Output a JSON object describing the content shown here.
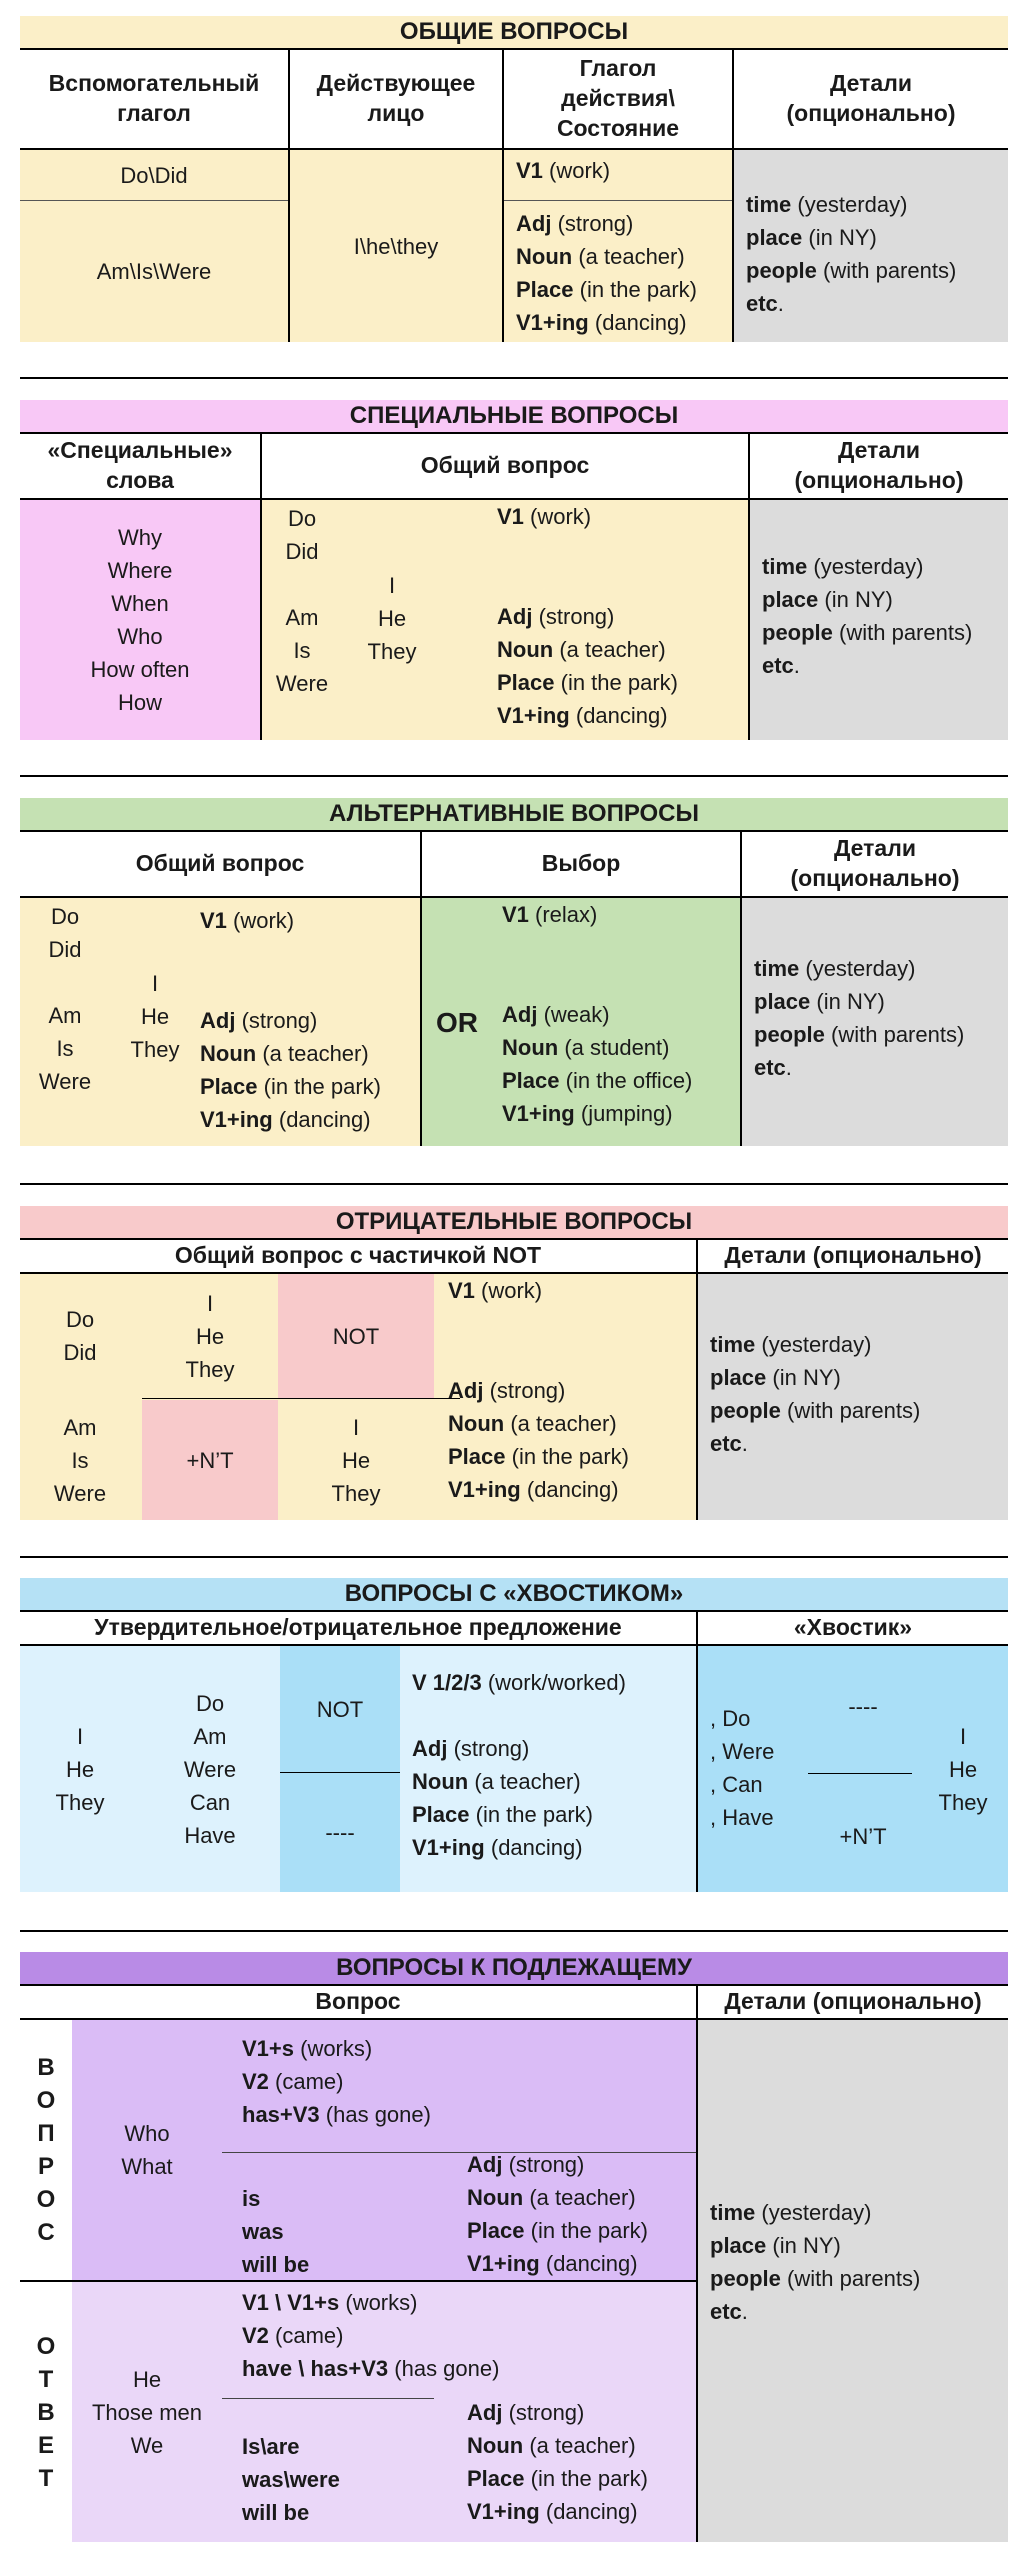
{
  "general": {
    "title": "ОБЩИЕ ВОПРОСЫ",
    "headers": [
      "Вспомогательный глагол",
      "Действующее лицо",
      "Глагол действия\\ Состояние",
      "Детали (опционально)"
    ],
    "aux_do": "Do\\Did",
    "aux_be": "Am\\Is\\Were",
    "subject": "I\\he\\they",
    "verb_action": [
      {
        "b": "V1",
        "t": " (work)"
      }
    ],
    "verb_state": [
      {
        "b": "Adj",
        "t": " (strong)"
      },
      {
        "b": "Noun",
        "t": " (a teacher)"
      },
      {
        "b": "Place",
        "t": " (in the park)"
      },
      {
        "b": "V1+ing",
        "t": " (dancing)"
      }
    ],
    "details": [
      {
        "b": "time",
        "t": " (yesterday)"
      },
      {
        "b": "place",
        "t": " (in NY)"
      },
      {
        "b": "people",
        "t": " (with parents)"
      },
      {
        "b": "etc",
        "t": "."
      }
    ]
  },
  "special": {
    "title": "СПЕЦИАЛЬНЫЕ ВОПРОСЫ",
    "headers": [
      "«Специальные» слова",
      "Общий вопрос",
      "Детали (опционально)"
    ],
    "words": [
      "Why",
      "Where",
      "When",
      "Who",
      "How often",
      "How"
    ],
    "aux_do": [
      "Do",
      "Did"
    ],
    "aux_be": [
      "Am",
      "Is",
      "Were"
    ],
    "subject": [
      "I",
      "He",
      "They"
    ],
    "verb_action": [
      {
        "b": "V1",
        "t": " (work)"
      }
    ],
    "verb_state": [
      {
        "b": "Adj",
        "t": " (strong)"
      },
      {
        "b": "Noun",
        "t": " (a teacher)"
      },
      {
        "b": "Place",
        "t": " (in the park)"
      },
      {
        "b": "V1+ing",
        "t": " (dancing)"
      }
    ],
    "details": [
      {
        "b": "time",
        "t": " (yesterday)"
      },
      {
        "b": "place",
        "t": " (in NY)"
      },
      {
        "b": "people",
        "t": " (with parents)"
      },
      {
        "b": "etc",
        "t": "."
      }
    ]
  },
  "alternative": {
    "title": "АЛЬТЕРНАТИВНЫЕ ВОПРОСЫ",
    "headers": [
      "Общий вопрос",
      "Выбор",
      "Детали (опционально)"
    ],
    "aux_do": [
      "Do",
      "Did"
    ],
    "aux_be": [
      "Am",
      "Is",
      "Were"
    ],
    "subject": [
      "I",
      "He",
      "They"
    ],
    "verb_action": [
      {
        "b": "V1",
        "t": " (work)"
      }
    ],
    "verb_state": [
      {
        "b": "Adj",
        "t": " (strong)"
      },
      {
        "b": "Noun",
        "t": " (a teacher)"
      },
      {
        "b": "Place",
        "t": " (in the park)"
      },
      {
        "b": "V1+ing",
        "t": " (dancing)"
      }
    ],
    "or": "OR",
    "choice_action": [
      {
        "b": "V1",
        "t": " (relax)"
      }
    ],
    "choice_state": [
      {
        "b": "Adj",
        "t": " (weak)"
      },
      {
        "b": "Noun",
        "t": " (a student)"
      },
      {
        "b": "Place",
        "t": " (in the office)"
      },
      {
        "b": "V1+ing",
        "t": " (jumping)"
      }
    ],
    "details": [
      {
        "b": "time",
        "t": " (yesterday)"
      },
      {
        "b": "place",
        "t": " (in NY)"
      },
      {
        "b": "people",
        "t": " (with parents)"
      },
      {
        "b": "etc",
        "t": "."
      }
    ]
  },
  "negative": {
    "title": "ОТРИЦАТЕЛЬНЫЕ ВОПРОСЫ",
    "headers": [
      "Общий вопрос с частичкой NOT",
      "Детали (опционально)"
    ],
    "aux_do": [
      "Do",
      "Did"
    ],
    "aux_be": [
      "Am",
      "Is",
      "Were"
    ],
    "subject_top": [
      "I",
      "He",
      "They"
    ],
    "not": "NOT",
    "nt": "+N’T",
    "subject_bottom": [
      "I",
      "He",
      "They"
    ],
    "verb_action": [
      {
        "b": "V1",
        "t": " (work)"
      }
    ],
    "verb_state": [
      {
        "b": "Adj",
        "t": " (strong)"
      },
      {
        "b": "Noun",
        "t": " (a teacher)"
      },
      {
        "b": "Place",
        "t": " (in the park)"
      },
      {
        "b": "V1+ing",
        "t": " (dancing)"
      }
    ],
    "details": [
      {
        "b": "time",
        "t": " (yesterday)"
      },
      {
        "b": "place",
        "t": " (in NY)"
      },
      {
        "b": "people",
        "t": " (with parents)"
      },
      {
        "b": "etc",
        "t": "."
      }
    ]
  },
  "tag": {
    "title": "ВОПРОСЫ С «ХВОСТИКОМ»",
    "headers": [
      "Утвердительное/отрицательное предложение",
      "«Хвостик»"
    ],
    "subject": [
      "I",
      "He",
      "They"
    ],
    "aux": [
      "Do",
      "Am",
      "Were",
      "Can",
      "Have"
    ],
    "not": "NOT",
    "dash": "----",
    "verb_action": [
      {
        "b": "V 1/2/3",
        "t": " (work/worked)"
      }
    ],
    "verb_state": [
      {
        "b": "Adj",
        "t": " (strong)"
      },
      {
        "b": "Noun",
        "t": " (a teacher)"
      },
      {
        "b": "Place",
        "t": " (in the park)"
      },
      {
        "b": "V1+ing",
        "t": " (dancing)"
      }
    ],
    "tail_aux": [
      ", Do",
      ", Were",
      ", Can",
      ", Have"
    ],
    "tail_dash": "----",
    "tail_nt": "+N’T",
    "tail_subject": [
      "I",
      "He",
      "They"
    ]
  },
  "subject_q": {
    "title": "ВОПРОСЫ К ПОДЛЕЖАЩЕМУ",
    "headers": [
      "Вопрос",
      "Детали (опционально)"
    ],
    "vert_q": [
      "В",
      "О",
      "П",
      "Р",
      "О",
      "С"
    ],
    "vert_a": [
      "О",
      "Т",
      "В",
      "Е",
      "Т"
    ],
    "q_words": [
      "Who",
      "What"
    ],
    "q_verbs": [
      {
        "b": "V1+s",
        "t": " (works)"
      },
      {
        "b": "V2",
        "t": " (came)"
      },
      {
        "b": "has+V3",
        "t": " (has gone)"
      }
    ],
    "q_be": [
      {
        "b": "is",
        "t": ""
      },
      {
        "b": "was",
        "t": ""
      },
      {
        "b": "will be",
        "t": ""
      }
    ],
    "q_state": [
      {
        "b": "Adj",
        "t": " (strong)"
      },
      {
        "b": "Noun",
        "t": " (a teacher)"
      },
      {
        "b": "Place",
        "t": " (in the park)"
      },
      {
        "b": "V1+ing",
        "t": " (dancing)"
      }
    ],
    "a_words": [
      "He",
      "Those men",
      "We"
    ],
    "a_verbs": [
      {
        "b": "V1 \\ V1+s",
        "t": " (works)"
      },
      {
        "b": "V2",
        "t": " (came)"
      },
      {
        "b": "have \\ has+V3",
        "t": " (has gone)"
      }
    ],
    "a_be": [
      {
        "b": "Is\\are",
        "t": ""
      },
      {
        "b": "was\\were",
        "t": ""
      },
      {
        "b": "will be",
        "t": ""
      }
    ],
    "a_state": [
      {
        "b": "Adj",
        "t": " (strong)"
      },
      {
        "b": "Noun",
        "t": " (a teacher)"
      },
      {
        "b": "Place",
        "t": " (in the park)"
      },
      {
        "b": "V1+ing",
        "t": " (dancing)"
      }
    ],
    "details": [
      {
        "b": "time",
        "t": " (yesterday)"
      },
      {
        "b": "place",
        "t": " (in NY)"
      },
      {
        "b": "people",
        "t": " (with parents)"
      },
      {
        "b": "etc",
        "t": "."
      }
    ]
  }
}
